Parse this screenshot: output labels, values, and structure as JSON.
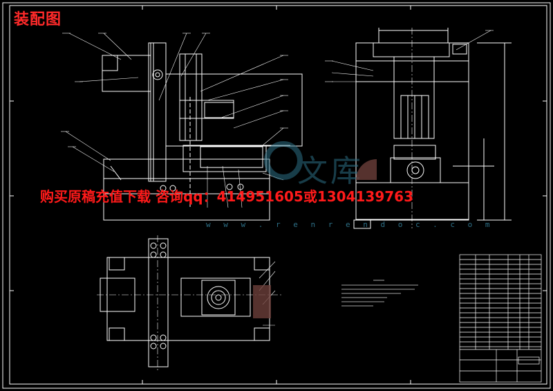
{
  "drawing": {
    "title": "装配图",
    "banner": "购买原稿充值下载 咨询qq：414951605或1304139763",
    "watermark_url": "w w w . r e n r e n d o c . c o m",
    "colors": {
      "background": "#000000",
      "frame": "#ffffff",
      "title_red": "#ff2a2a",
      "watermark": "#2d6f86"
    }
  }
}
